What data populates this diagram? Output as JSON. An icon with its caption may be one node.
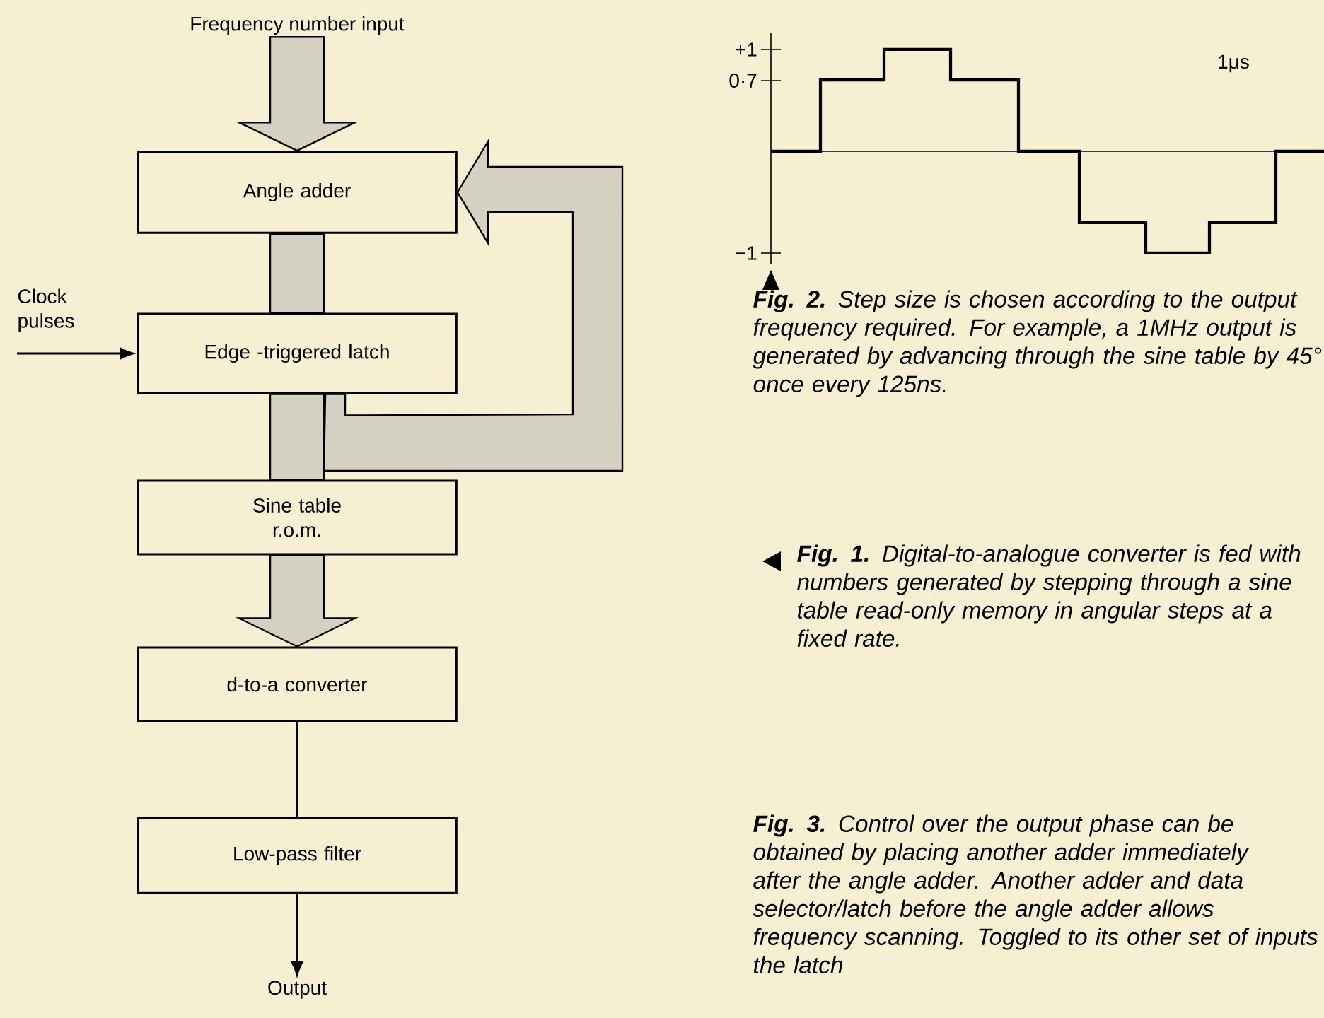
{
  "diagram": {
    "nodes": [
      {
        "text": [
          "Frequency number input"
        ]
      },
      {
        "text": [
          "Angle adder"
        ]
      },
      {
        "text": [
          "Edge -triggered latch"
        ]
      },
      {
        "text": [
          "Sine table r.o.m."
        ]
      },
      {
        "text": [
          "d-to-a converter"
        ]
      },
      {
        "text": [
          "Low-pass filter"
        ]
      },
      {
        "text": [
          "Output"
        ]
      },
      {
        "text": [
          "Clock pulses"
        ]
      }
    ],
    "edges": [
      {
        "from": 0,
        "to": 1,
        "arrow": "to",
        "style": "thick"
      },
      {
        "from": 1,
        "to": 2,
        "arrow": "none",
        "style": "thick"
      },
      {
        "from": 2,
        "to": 3,
        "arrow": "none",
        "style": "thick"
      },
      {
        "from": 2,
        "to": 1,
        "arrow": "to",
        "style": "thick"
      },
      {
        "from": 3,
        "to": 4,
        "arrow": "to",
        "style": "thick"
      },
      {
        "from": 4,
        "to": 5,
        "arrow": "none"
      },
      {
        "from": 5,
        "to": 6,
        "arrow": "to"
      },
      {
        "from": 7,
        "to": 2,
        "arrow": "to"
      }
    ],
    "labels": [
      "+1",
      "0·7",
      "1μs",
      "−1",
      "**Fig. 2.** Step size is chosen according to the output frequency required. For example, a 1MHz output is generated by advancing through the sine table by 45° once every 125ns.",
      "**Fig. 1.** Digital-to-analogue converter is fed with numbers generated by stepping through a sine table read-only memory in angular steps at a fixed rate.",
      "**Fig. 3.** Control over the output phase can be obtained by placing another adder immediately after the angle adder. Another adder and data selector/latch before the angle adder allows frequency scanning. Toggled to its other set of inputs the latch"
    ]
  }
}
